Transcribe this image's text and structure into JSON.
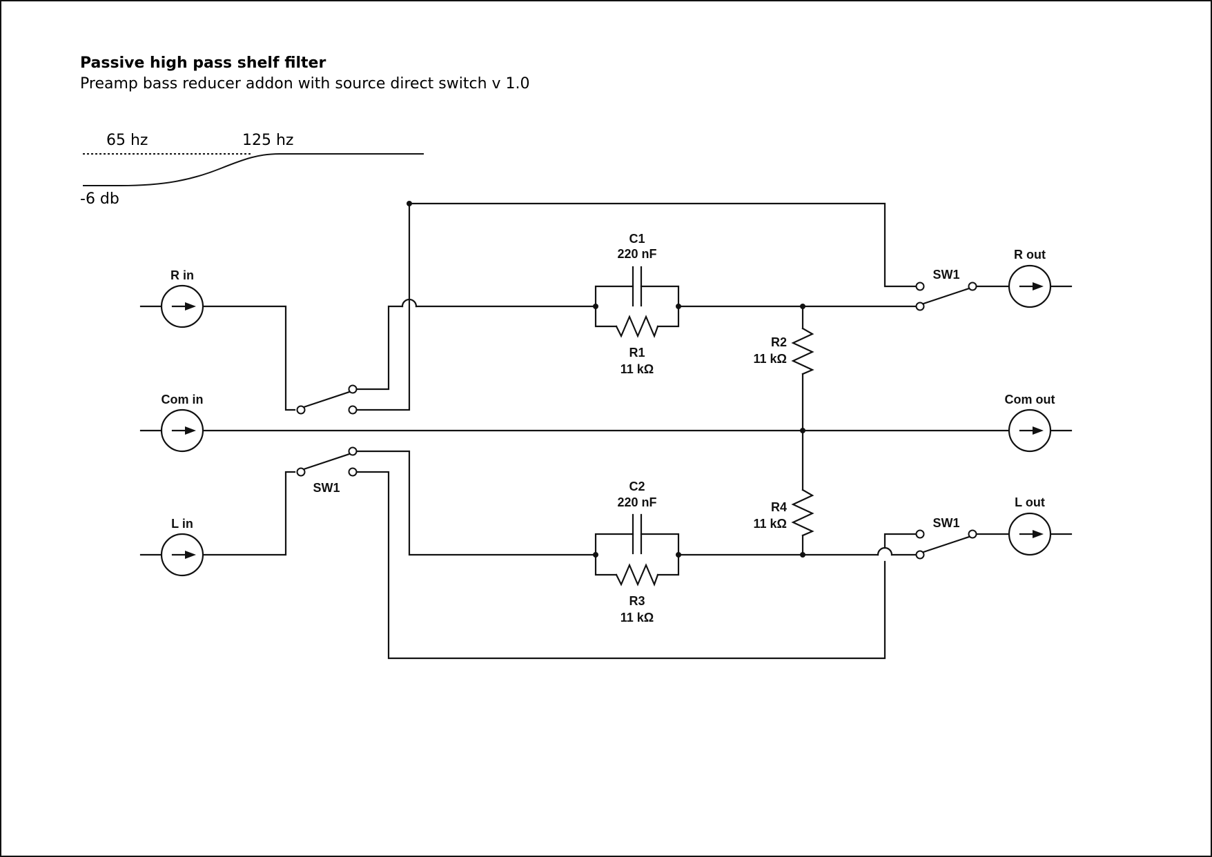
{
  "header": {
    "title": "Passive high pass shelf filter",
    "subtitle": "Preamp bass reducer addon with source direct switch v 1.0"
  },
  "response_curve": {
    "label_low_freq": "65 hz",
    "label_high_freq": "125 hz",
    "label_attenuation": "-6 db"
  },
  "ports": {
    "r_in": "R in",
    "com_in": "Com in",
    "l_in": "L in",
    "r_out": "R out",
    "com_out": "Com out",
    "l_out": "L out"
  },
  "components": {
    "c1": {
      "name": "C1",
      "value": "220 nF"
    },
    "r1": {
      "name": "R1",
      "value": "11 kΩ"
    },
    "r2": {
      "name": "R2",
      "value": "11 kΩ"
    },
    "c2": {
      "name": "C2",
      "value": "220 nF"
    },
    "r3": {
      "name": "R3",
      "value": "11 kΩ"
    },
    "r4": {
      "name": "R4",
      "value": "11 kΩ"
    }
  },
  "switches": {
    "sw_input_l": "SW1",
    "sw_output_r": "SW1",
    "sw_output_l": "SW1"
  }
}
